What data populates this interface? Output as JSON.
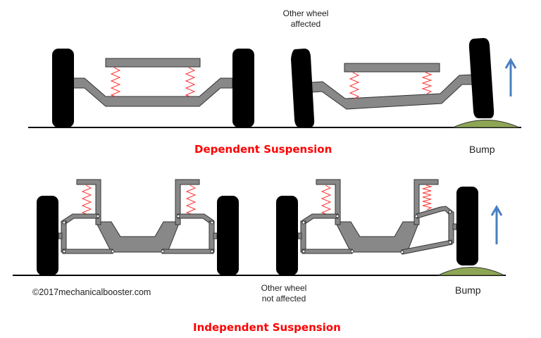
{
  "colors": {
    "wheel": "#000000",
    "frame": "#888888",
    "frame_stroke": "#333333",
    "spring": "#ff3333",
    "ground": "#000000",
    "bump": "#8ea654",
    "arrow": "#4a7fc1",
    "title": "#ff0000"
  },
  "labels": {
    "dependent_title": "Dependent Suspension",
    "independent_title": "Independent Suspension",
    "other_wheel_affected_line1": "Other wheel",
    "other_wheel_affected_line2": "affected",
    "other_wheel_not_affected_line1": "Other wheel",
    "other_wheel_not_affected_line2": "not affected",
    "bump_top": "Bump",
    "bump_bottom": "Bump",
    "copyright": "©2017mechanicalbooster.com"
  },
  "icons": {
    "upward_arrow": "arrow-up-icon"
  }
}
